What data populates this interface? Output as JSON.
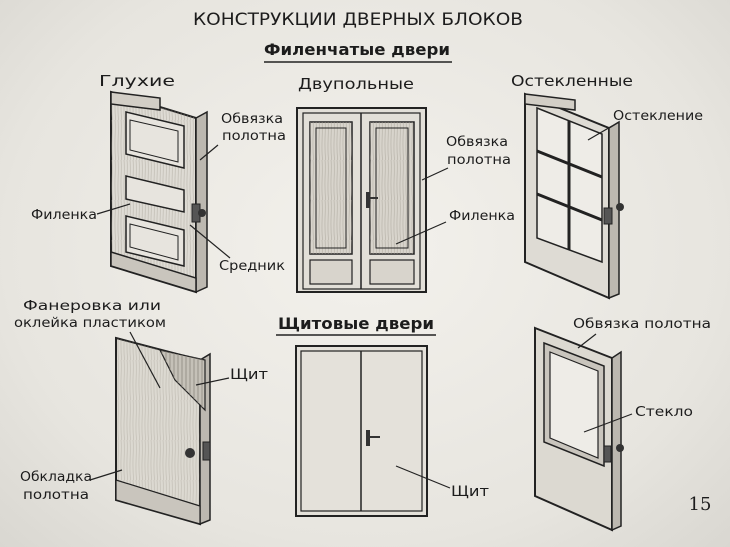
{
  "title": "КОНСТРУКЦИИ ДВЕРНЫХ БЛОКОВ",
  "page_number": "15",
  "sections": {
    "panel": {
      "heading": "Филенчатые двери",
      "doors": {
        "solid": {
          "title": "Глухие",
          "labels": {
            "frame": "Обвязка\nполотна",
            "panel": "Филенка",
            "mullion": "Средник"
          }
        },
        "double": {
          "title": "Двупольные",
          "labels": {
            "frame": "Обвязка\nполотна",
            "panel": "Филенка"
          }
        },
        "glazed": {
          "title": "Остекленные",
          "labels": {
            "glazing": "Остекление"
          }
        }
      }
    },
    "flush": {
      "heading": "Щитовые двери",
      "doors": {
        "leaf": {
          "labels": {
            "veneer": "Фанеровка или\nоклейка пластиком",
            "core": "Щит",
            "edging": "Обкладка\nполотна"
          }
        },
        "double": {
          "labels": {
            "core": "Щит"
          }
        },
        "glass": {
          "labels": {
            "frame": "Обвязка полотна",
            "glass": "Стекло"
          }
        }
      }
    }
  }
}
